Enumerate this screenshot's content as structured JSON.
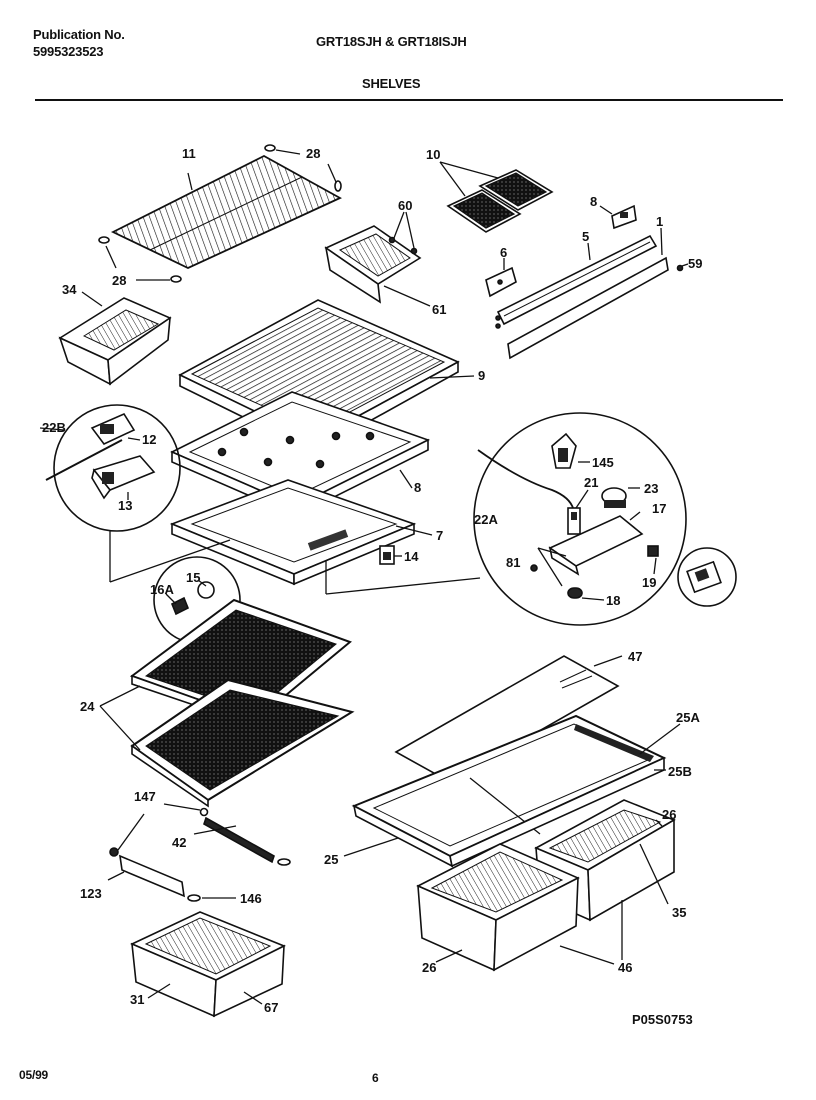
{
  "header": {
    "publication_label": "Publication No.",
    "publication_number": "5995323523",
    "model": "GRT18SJH & GRT18ISJH",
    "section": "SHELVES"
  },
  "footer": {
    "date": "05/99",
    "page": "6",
    "figure_code": "P05S0753"
  },
  "callouts": [
    {
      "id": "c11",
      "text": "11"
    },
    {
      "id": "c28a",
      "text": "28"
    },
    {
      "id": "c28b",
      "text": "28"
    },
    {
      "id": "c10",
      "text": "10"
    },
    {
      "id": "c60",
      "text": "60"
    },
    {
      "id": "c8a",
      "text": "8"
    },
    {
      "id": "c1",
      "text": "1"
    },
    {
      "id": "c5",
      "text": "5"
    },
    {
      "id": "c6",
      "text": "6"
    },
    {
      "id": "c59",
      "text": "59"
    },
    {
      "id": "c61",
      "text": "61"
    },
    {
      "id": "c34",
      "text": "34"
    },
    {
      "id": "c9",
      "text": "9"
    },
    {
      "id": "c22B",
      "text": "22B"
    },
    {
      "id": "c12",
      "text": "12"
    },
    {
      "id": "c13",
      "text": "13"
    },
    {
      "id": "c8b",
      "text": "8"
    },
    {
      "id": "c7",
      "text": "7"
    },
    {
      "id": "c14",
      "text": "14"
    },
    {
      "id": "c145",
      "text": "145"
    },
    {
      "id": "c21",
      "text": "21"
    },
    {
      "id": "c23",
      "text": "23"
    },
    {
      "id": "c22A",
      "text": "22A"
    },
    {
      "id": "c17",
      "text": "17"
    },
    {
      "id": "c81",
      "text": "81"
    },
    {
      "id": "c19",
      "text": "19"
    },
    {
      "id": "c18",
      "text": "18"
    },
    {
      "id": "c15",
      "text": "15"
    },
    {
      "id": "c16A",
      "text": "16A"
    },
    {
      "id": "c47",
      "text": "47"
    },
    {
      "id": "c24",
      "text": "24"
    },
    {
      "id": "c25A",
      "text": "25A"
    },
    {
      "id": "c25B",
      "text": "25B"
    },
    {
      "id": "c147",
      "text": "147"
    },
    {
      "id": "c26a",
      "text": "26"
    },
    {
      "id": "c42",
      "text": "42"
    },
    {
      "id": "c25",
      "text": "25"
    },
    {
      "id": "c123",
      "text": "123"
    },
    {
      "id": "c146",
      "text": "146"
    },
    {
      "id": "c35",
      "text": "35"
    },
    {
      "id": "c26b",
      "text": "26"
    },
    {
      "id": "c46",
      "text": "46"
    },
    {
      "id": "c31",
      "text": "31"
    },
    {
      "id": "c67",
      "text": "67"
    }
  ]
}
